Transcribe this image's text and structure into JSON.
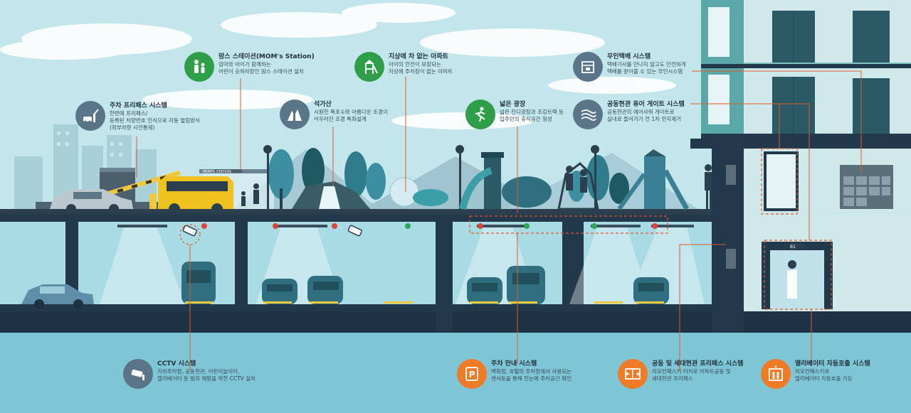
{
  "station_sign": "MOM'S STATION",
  "elevator_display": "B1",
  "callouts": [
    {
      "id": "moms",
      "title": "맘스 스테이션(MOM's Station)",
      "desc": [
        "엄마와 아이가 함께하는",
        "어린이 승하차장인 맘스 스테이션 설치"
      ],
      "icon": "family-icon",
      "color": "#2f9e48"
    },
    {
      "id": "carfree",
      "title": "지상에 차 없는 아파트",
      "desc": [
        "아이의 안전이 보장되는",
        "지상에 주차장이 없는 아파트"
      ],
      "icon": "playground-icon",
      "color": "#2f9e48"
    },
    {
      "id": "parcel",
      "title": "무인택배 시스템",
      "desc": [
        "택배기사를 만나지 않고도 안전하게",
        "택배를 받아볼 수 있는 무인시스템"
      ],
      "icon": "parcel-box-icon",
      "color": "#5a7587"
    },
    {
      "id": "parking_pass",
      "title": "주차 프리패스 시스템",
      "desc": [
        "한번에 프리패스/",
        "등록된 차량번호 인식으로 자동 열림방식",
        "(외부차량 사전통제)"
      ],
      "icon": "parking-gate-icon",
      "color": "#5a7587"
    },
    {
      "id": "rock",
      "title": "석가산",
      "desc": [
        "시원한 폭포수와 아름다운 조경이",
        "어우러진 조경 특화설계"
      ],
      "icon": "waterfall-icon",
      "color": "#5a7587"
    },
    {
      "id": "plaza",
      "title": "넓은 광장",
      "desc": [
        "넓은 잔디광장과 조깅트랙 등",
        "입주민의 휴식공간 형성"
      ],
      "icon": "runner-icon",
      "color": "#2f9e48"
    },
    {
      "id": "puregate",
      "title": "공동현관 퓨어 게이트 시스템",
      "desc": [
        "공동현관의 에어샤워 게이트로",
        "실내로 들어가기 전 1차 먼지제거"
      ],
      "icon": "air-shower-icon",
      "color": "#5a7587"
    },
    {
      "id": "cctv",
      "title": "CCTV 시스템",
      "desc": [
        "지하주차장, 공동현관, 어린이놀이터,",
        "엘리베이터 등 범죄 예방을 위한 CCTV 설치"
      ],
      "icon": "cctv-camera-icon",
      "color": "#5a7587"
    },
    {
      "id": "parking_guide",
      "title": "주차 안내 시스템",
      "desc": [
        "백화점, 호텔의 주차장에서 사용되는",
        "센서등을 통해 한눈에 주차공간 확인"
      ],
      "icon": "parking-sign-icon",
      "color": "#f07b26"
    },
    {
      "id": "entrance_pass",
      "title": "공동 및 세대현관 프리패스 시스템",
      "desc": [
        "리모컨패스키 터치로 아파트공동 및",
        "세대현관 프리패스"
      ],
      "icon": "door-open-icon",
      "color": "#f07b26"
    },
    {
      "id": "elevator",
      "title": "엘리베이터 자동호출 시스템",
      "desc": [
        "리모컨패스키로",
        "엘리베이터 자동호출 가능"
      ],
      "icon": "elevator-icon",
      "color": "#f07b26"
    }
  ]
}
